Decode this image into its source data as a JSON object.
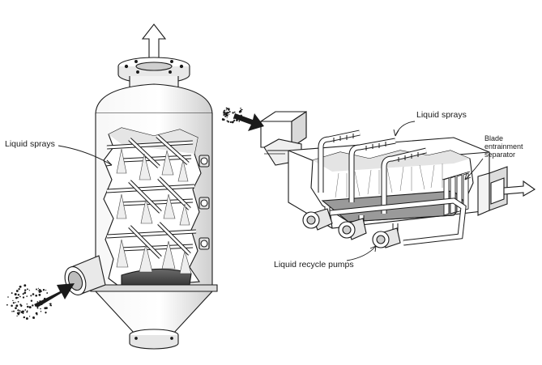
{
  "labels": {
    "tower_sprays": "Liquid sprays",
    "horizontal_sprays": "Liquid sprays",
    "blade_line1": "Blade",
    "blade_line2": "entrainment",
    "blade_line3": "separator",
    "pumps": "Liquid recycle pumps"
  },
  "icons": {
    "tower": "vertical-spray-tower-icon",
    "horizontal": "horizontal-spray-chamber-icon",
    "gas_in": "gas-inlet-arrow-icon",
    "gas_out": "gas-outlet-arrow-icon"
  },
  "colors": {
    "line": "#1a1a1a",
    "shade": "#d8d8d8",
    "dark": "#3a3a3a",
    "light": "#f2f2f2"
  }
}
